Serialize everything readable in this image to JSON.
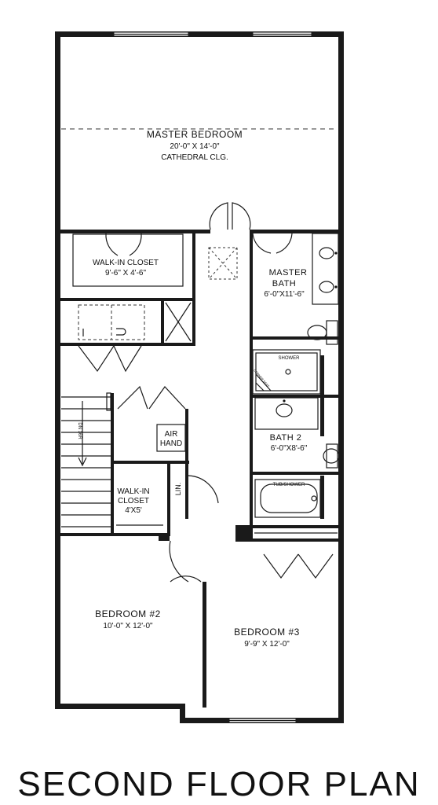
{
  "rooms": {
    "master_bedroom": {
      "name": "MASTER BEDROOM",
      "size": "20'-0\" X 14'-0\"",
      "note": "CATHEDRAL CLG."
    },
    "walk_in_closet_1": {
      "name": "WALK-IN CLOSET",
      "size": "9'-6\" X 4'-6\""
    },
    "master_bath": {
      "name_line1": "MASTER",
      "name_line2": "BATH",
      "size": "6'-0\"X11'-6\""
    },
    "shower_label": "SHOWER",
    "seat_label": "CORNER SEAT",
    "air_handler": {
      "line1": "AIR",
      "line2": "HAND"
    },
    "stair_label": "DN 16R",
    "bath_2": {
      "name": "BATH 2",
      "size": "6'-0\"X8'-6\""
    },
    "tub_label": "TUB/SHOWER",
    "walk_in_closet_2": {
      "line1": "WALK-IN",
      "line2": "CLOSET",
      "size": "4'X5'"
    },
    "linen": "LIN.",
    "bedroom_2": {
      "name": "BEDROOM #2",
      "size": "10'-0\" X 12'-0\""
    },
    "bedroom_3": {
      "name": "BEDROOM #3",
      "size": "9'-9\" X 12'-0\""
    }
  },
  "title": "SECOND FLOOR PLAN"
}
